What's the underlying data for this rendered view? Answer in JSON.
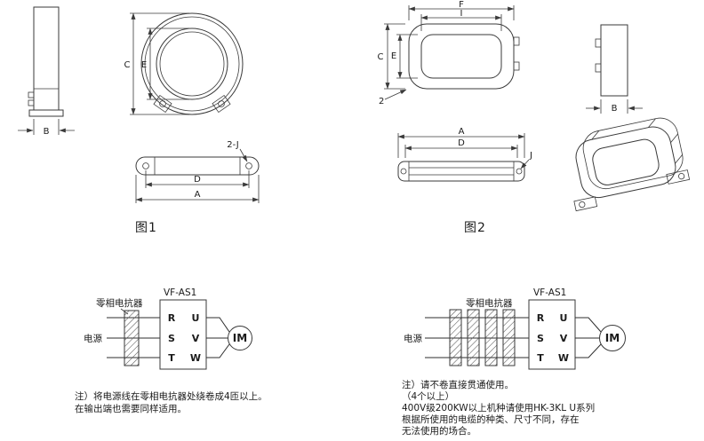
{
  "figure1": {
    "caption": "图1",
    "labels": {
      "a": "A",
      "b": "B",
      "c": "C",
      "d": "D",
      "e": "E",
      "holes": "2-J"
    }
  },
  "figure2": {
    "caption": "图2",
    "labels": {
      "a": "A",
      "b": "B",
      "c": "C",
      "d": "D",
      "e": "E",
      "f": "F",
      "i": "I",
      "j": "J",
      "thickness": "2"
    }
  },
  "schematic1": {
    "reactor_label": "零相电抗器",
    "drive_label": "VF-AS1",
    "power_label": "电源",
    "input_terminals": [
      "R",
      "S",
      "T"
    ],
    "output_terminals": [
      "U",
      "V",
      "W"
    ],
    "motor_label": "IM",
    "note_lines": [
      "注）将电源线在零相电抗器处绕卷成4匝以上。",
      "在输出端也需要同样适用。"
    ]
  },
  "schematic2": {
    "reactor_label": "零相电抗器",
    "drive_label": "VF-AS1",
    "power_label": "电源",
    "input_terminals": [
      "R",
      "S",
      "T"
    ],
    "output_terminals": [
      "U",
      "V",
      "W"
    ],
    "motor_label": "IM",
    "note_lines": [
      "注）请不卷直接贯通使用。",
      "（4个以上）",
      "400V级200KW以上机种请使用HK-3KL U系列",
      "根据所使用的电缆的种类、尺寸不同，存在",
      "无法使用的场合。"
    ]
  }
}
